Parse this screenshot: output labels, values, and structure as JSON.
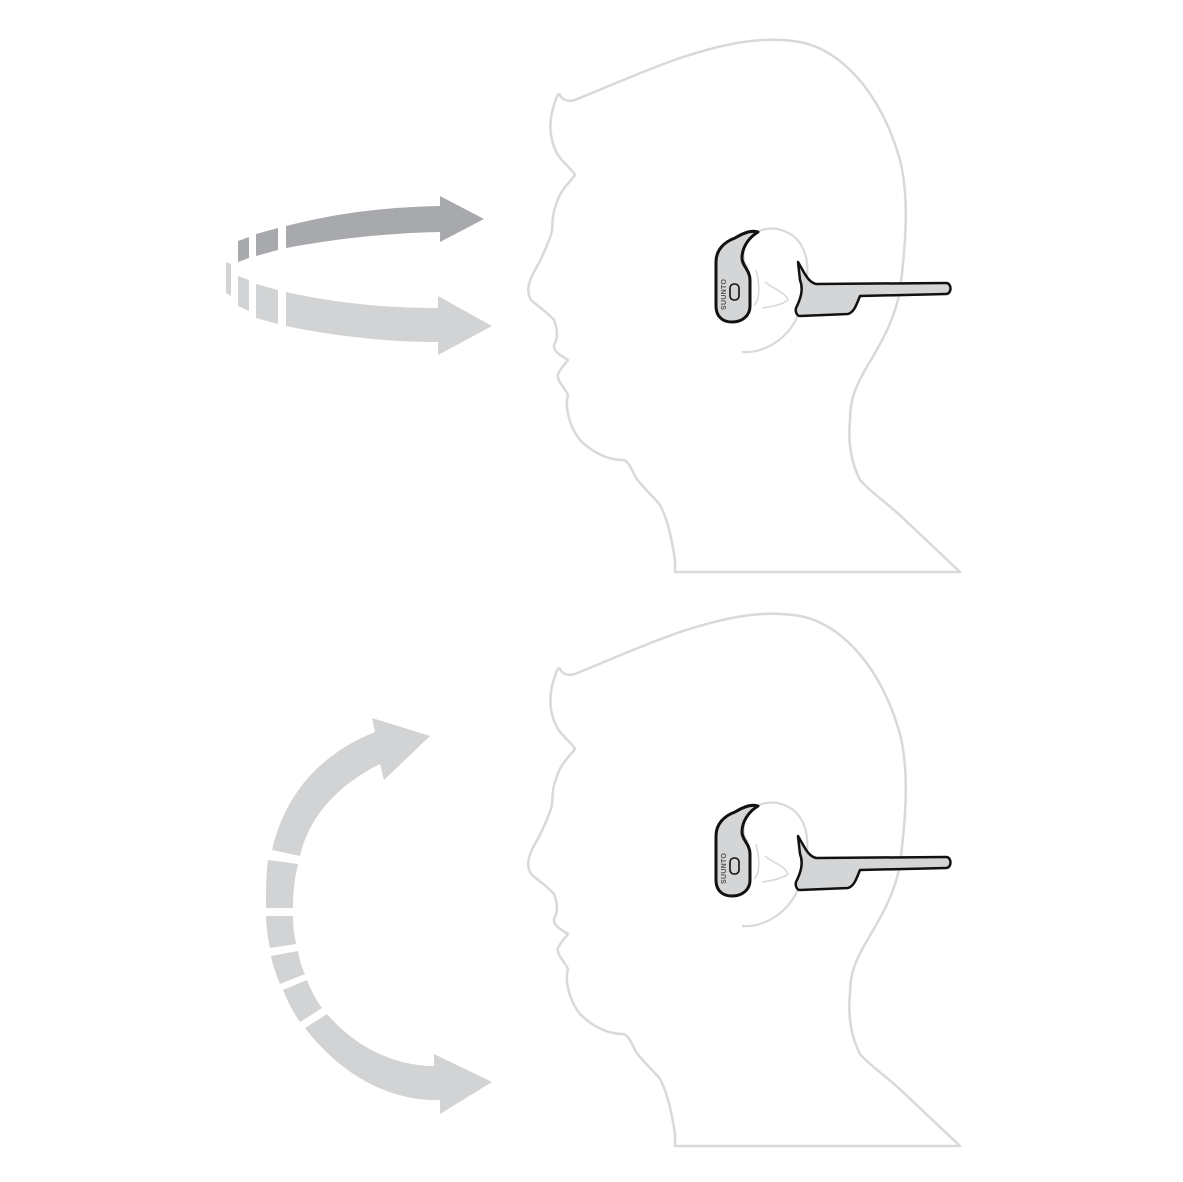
{
  "diagram": {
    "type": "instructional illustration",
    "description": "Head gesture controls for bone-conduction headphones",
    "colors": {
      "background": "#ffffff",
      "head_outline": "#d9d9d9",
      "headphone_outline": "#111111",
      "headphone_fill": "#d4d5d7",
      "arrow_dark": "#a7a9ac",
      "arrow_light": "#d1d3d4"
    },
    "panels": [
      {
        "id": "shake",
        "gesture": "head shake (side to side)",
        "arrow": "horizontal-rotation-arrows",
        "headphone_brand": "SUUNTO"
      },
      {
        "id": "nod",
        "gesture": "head nod (up and down)",
        "arrow": "vertical-arc-arrow",
        "headphone_brand": "SUUNTO"
      }
    ]
  }
}
